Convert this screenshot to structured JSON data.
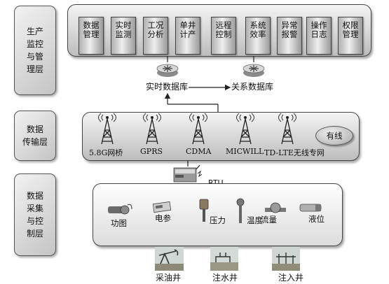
{
  "layers": [
    {
      "id": "management",
      "label": "生产\n监控\n与管\n理层"
    },
    {
      "id": "transmission",
      "label": "数据\n传输层"
    },
    {
      "id": "collection",
      "label": "数据\n采集\n与控\n制层"
    }
  ],
  "modules": [
    "数据\n管理",
    "实时\n监测",
    "工况\n分析",
    "单井\n计产",
    "远程\n控制",
    "系统\n效率",
    "异常\n报警",
    "操作\n日志",
    "权限\n管理"
  ],
  "databases": {
    "realtime": "实时数据库",
    "relational": "关系数据库"
  },
  "networks": [
    "5.8G网桥",
    "GPRS",
    "CDMA",
    "MICWILL",
    "TD-LTE无线专网"
  ],
  "wired_label": "有线",
  "rtu_label": "RTU",
  "sensors": [
    "功图",
    "电参",
    "压力",
    "温度",
    "流量",
    "液位"
  ],
  "wells": [
    "采油井",
    "注水井",
    "注入井"
  ]
}
